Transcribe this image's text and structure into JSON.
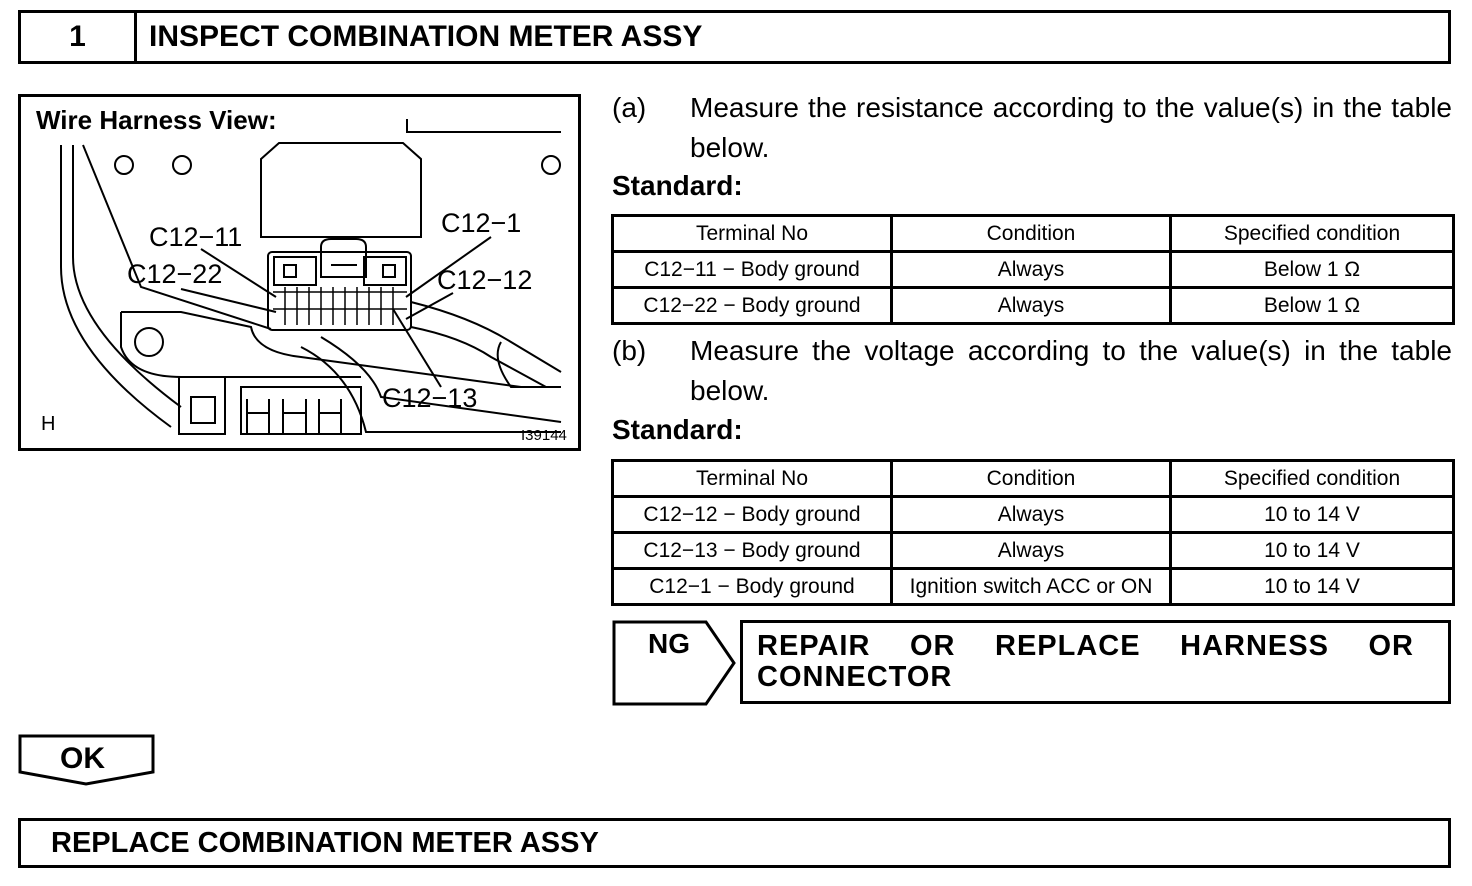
{
  "step": {
    "number": "1",
    "title": "INSPECT COMBINATION METER ASSY"
  },
  "figure": {
    "title": "Wire Harness View:",
    "labels": {
      "c12_11": "C12−11",
      "c12_1": "C12−1",
      "c12_22": "C12−22",
      "c12_12": "C12−12",
      "c12_13": "C12−13",
      "h": "H",
      "id": "I39144"
    }
  },
  "step_a": {
    "label": "(a)",
    "text": "Measure the resistance according to the value(s) in the table below."
  },
  "standard_label_a": "Standard:",
  "table_a": {
    "headers": [
      "Terminal No",
      "Condition",
      "Specified condition"
    ],
    "rows": [
      [
        "C12−11 − Body ground",
        "Always",
        "Below 1 Ω"
      ],
      [
        "C12−22 − Body ground",
        "Always",
        "Below 1 Ω"
      ]
    ]
  },
  "step_b": {
    "label": "(b)",
    "text": "Measure the voltage according to the value(s) in the table below."
  },
  "standard_label_b": "Standard:",
  "table_b": {
    "headers": [
      "Terminal No",
      "Condition",
      "Specified condition"
    ],
    "rows": [
      [
        "C12−12 − Body ground",
        "Always",
        "10 to 14 V"
      ],
      [
        "C12−13 − Body ground",
        "Always",
        "10 to 14 V"
      ],
      [
        "C12−1 − Body ground",
        "Ignition switch ACC or ON",
        "10 to 14 V"
      ]
    ]
  },
  "ng": {
    "label": "NG",
    "action": "REPAIR OR REPLACE HARNESS OR CONNECTOR"
  },
  "ok": {
    "label": "OK"
  },
  "final_step": {
    "title": "REPLACE COMBINATION METER ASSY"
  }
}
